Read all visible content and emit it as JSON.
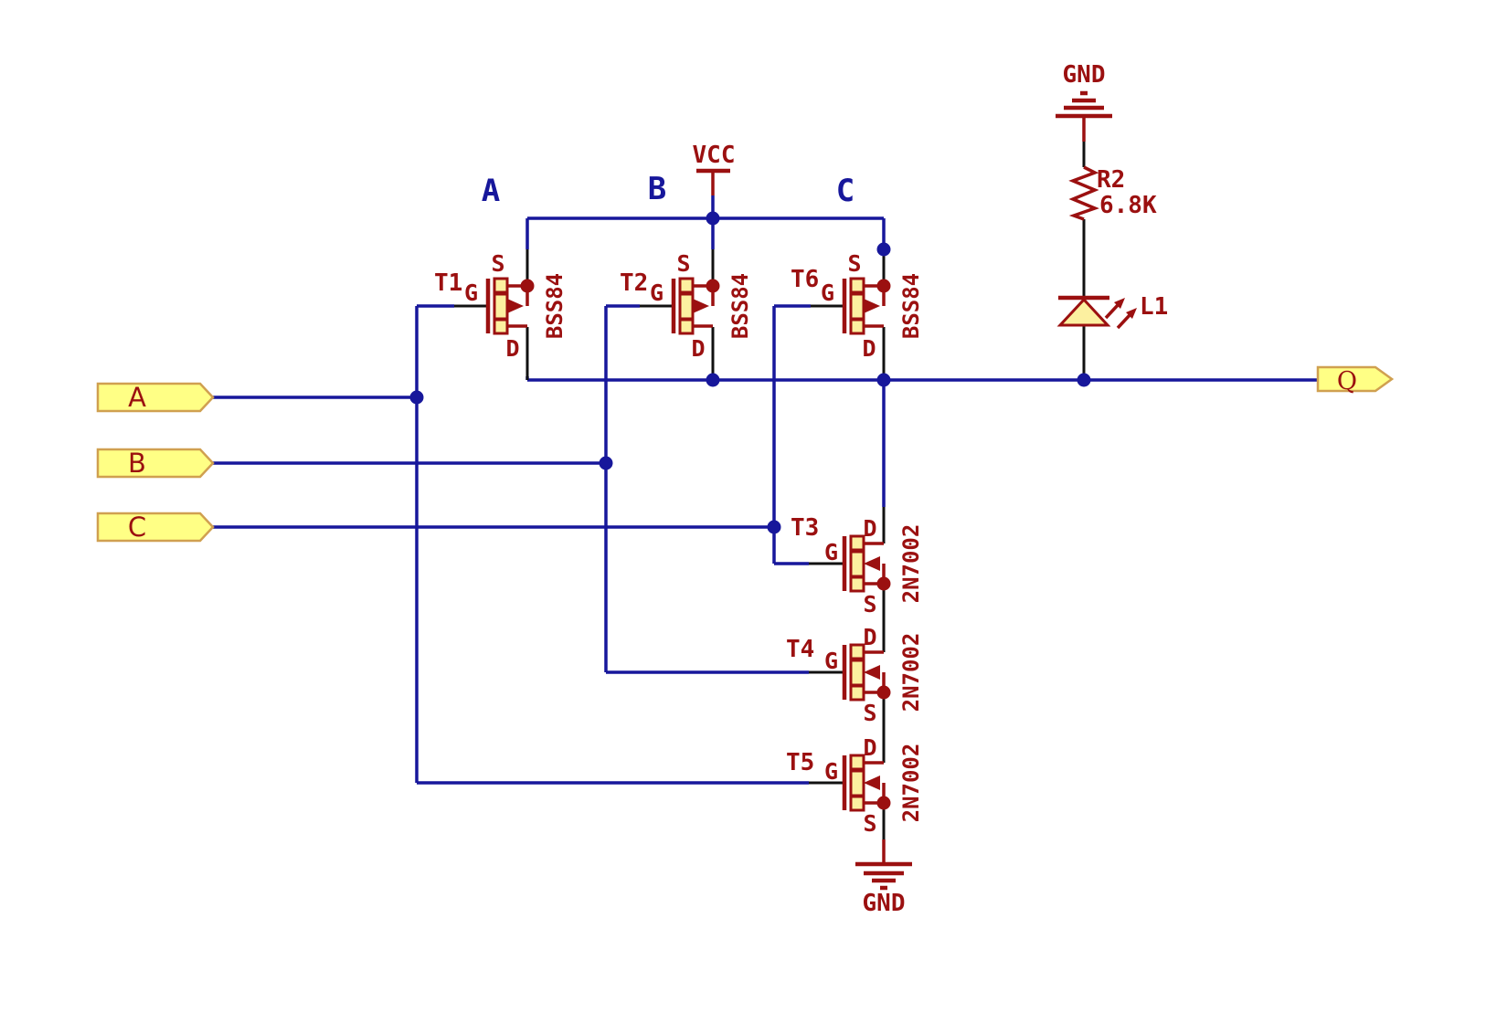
{
  "colors": {
    "wire": "#17179b",
    "symbol": "#9b1010",
    "pin": "#111111",
    "component_fill": "#fcf0a0",
    "flag_fill": "#ffff85",
    "flag_border": "#d0a050",
    "background": "#ffffff"
  },
  "power": {
    "vcc_label": "VCC",
    "gnd_top_label": "GND",
    "gnd_bottom_label": "GND"
  },
  "net_labels": {
    "a": "A",
    "b": "B",
    "c": "C"
  },
  "ports": {
    "inputs": [
      {
        "label": "A"
      },
      {
        "label": "B"
      },
      {
        "label": "C"
      }
    ],
    "output": {
      "label": "Q"
    }
  },
  "pin_labels": {
    "gate": "G",
    "source": "S",
    "drain": "D"
  },
  "transistors": [
    {
      "ref": "T1",
      "part": "BSS84",
      "channel": "P-MOSFET"
    },
    {
      "ref": "T2",
      "part": "BSS84",
      "channel": "P-MOSFET"
    },
    {
      "ref": "T6",
      "part": "BSS84",
      "channel": "P-MOSFET"
    },
    {
      "ref": "T3",
      "part": "2N7002",
      "channel": "N-MOSFET"
    },
    {
      "ref": "T4",
      "part": "2N7002",
      "channel": "N-MOSFET"
    },
    {
      "ref": "T5",
      "part": "2N7002",
      "channel": "N-MOSFET"
    }
  ],
  "resistor": {
    "ref": "R2",
    "value": "6.8K"
  },
  "led": {
    "ref": "L1"
  }
}
